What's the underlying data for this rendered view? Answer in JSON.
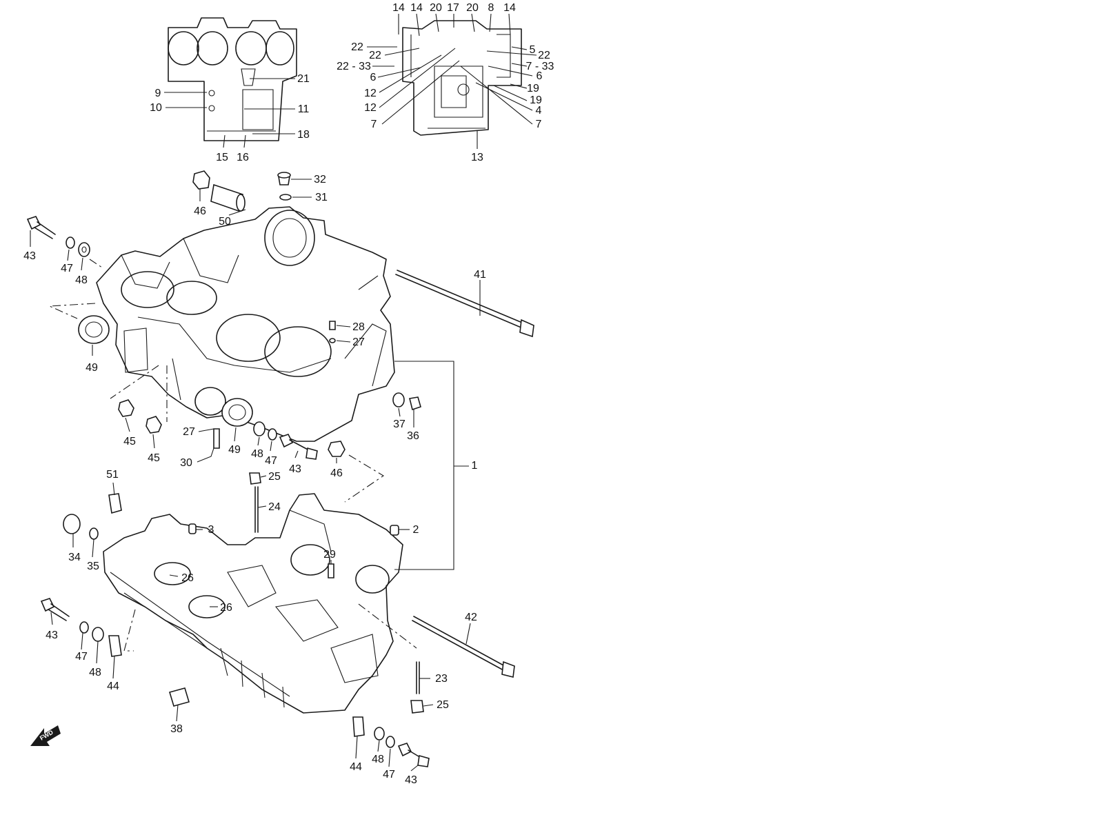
{
  "diagram": {
    "fwd_label": "FWD",
    "callouts": [
      {
        "text": "14",
        "id": "c1"
      },
      {
        "text": "14",
        "id": "c2"
      },
      {
        "text": "20",
        "id": "c3"
      },
      {
        "text": "17",
        "id": "c4"
      },
      {
        "text": "20",
        "id": "c5"
      },
      {
        "text": "8",
        "id": "c6"
      },
      {
        "text": "14",
        "id": "c7"
      },
      {
        "text": "22",
        "id": "c8"
      },
      {
        "text": "22",
        "id": "c9"
      },
      {
        "text": "22 - 33",
        "id": "c10"
      },
      {
        "text": "6",
        "id": "c11"
      },
      {
        "text": "12",
        "id": "c12"
      },
      {
        "text": "12",
        "id": "c13"
      },
      {
        "text": "7",
        "id": "c14"
      },
      {
        "text": "5",
        "id": "c15"
      },
      {
        "text": "22",
        "id": "c16"
      },
      {
        "text": "7 - 33",
        "id": "c17"
      },
      {
        "text": "6",
        "id": "c18"
      },
      {
        "text": "19",
        "id": "c19"
      },
      {
        "text": "19",
        "id": "c20"
      },
      {
        "text": "4",
        "id": "c21"
      },
      {
        "text": "7",
        "id": "c22"
      },
      {
        "text": "13",
        "id": "c23"
      },
      {
        "text": "9",
        "id": "c24"
      },
      {
        "text": "10",
        "id": "c25"
      },
      {
        "text": "21",
        "id": "c26"
      },
      {
        "text": "11",
        "id": "c27"
      },
      {
        "text": "18",
        "id": "c28"
      },
      {
        "text": "15",
        "id": "c29"
      },
      {
        "text": "16",
        "id": "c30"
      },
      {
        "text": "32",
        "id": "c31"
      },
      {
        "text": "31",
        "id": "c32"
      },
      {
        "text": "46",
        "id": "c33"
      },
      {
        "text": "50",
        "id": "c34"
      },
      {
        "text": "43",
        "id": "c35"
      },
      {
        "text": "47",
        "id": "c36"
      },
      {
        "text": "48",
        "id": "c37"
      },
      {
        "text": "41",
        "id": "c38"
      },
      {
        "text": "28",
        "id": "c39"
      },
      {
        "text": "27",
        "id": "c40"
      },
      {
        "text": "49",
        "id": "c41"
      },
      {
        "text": "37",
        "id": "c42"
      },
      {
        "text": "36",
        "id": "c43"
      },
      {
        "text": "45",
        "id": "c44"
      },
      {
        "text": "45",
        "id": "c45"
      },
      {
        "text": "27",
        "id": "c46"
      },
      {
        "text": "30",
        "id": "c47"
      },
      {
        "text": "49",
        "id": "c48"
      },
      {
        "text": "48",
        "id": "c49"
      },
      {
        "text": "47",
        "id": "c50"
      },
      {
        "text": "43",
        "id": "c51"
      },
      {
        "text": "46",
        "id": "c52"
      },
      {
        "text": "1",
        "id": "c53"
      },
      {
        "text": "51",
        "id": "c54"
      },
      {
        "text": "25",
        "id": "c55"
      },
      {
        "text": "24",
        "id": "c56"
      },
      {
        "text": "3",
        "id": "c57"
      },
      {
        "text": "2",
        "id": "c58"
      },
      {
        "text": "34",
        "id": "c59"
      },
      {
        "text": "35",
        "id": "c60"
      },
      {
        "text": "29",
        "id": "c61"
      },
      {
        "text": "26",
        "id": "c62"
      },
      {
        "text": "26",
        "id": "c63"
      },
      {
        "text": "42",
        "id": "c64"
      },
      {
        "text": "43",
        "id": "c65"
      },
      {
        "text": "47",
        "id": "c66"
      },
      {
        "text": "48",
        "id": "c67"
      },
      {
        "text": "44",
        "id": "c68"
      },
      {
        "text": "23",
        "id": "c69"
      },
      {
        "text": "25",
        "id": "c70"
      },
      {
        "text": "38",
        "id": "c71"
      },
      {
        "text": "44",
        "id": "c72"
      },
      {
        "text": "48",
        "id": "c73"
      },
      {
        "text": "47",
        "id": "c74"
      },
      {
        "text": "43",
        "id": "c75"
      }
    ]
  }
}
